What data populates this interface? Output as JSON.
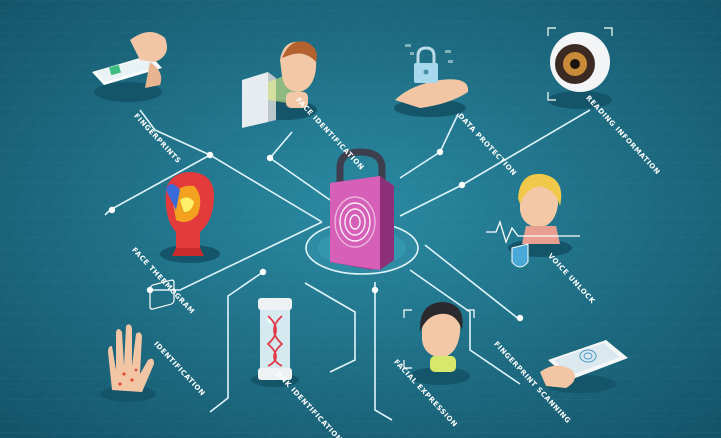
{
  "colors": {
    "background": "#1e6f86",
    "background_dark": "#134c5f",
    "line": "#dff4fb",
    "lock_body": "#d65fb8",
    "lock_shackle": "#3d3f4f"
  },
  "center": {
    "icon": "padlock-fingerprint-icon"
  },
  "nodes": [
    {
      "id": "fingerprints",
      "label": "FINGERPRINTS",
      "icon": "phone-fingerprint-icon"
    },
    {
      "id": "face_identification",
      "label": "FACE IDENTIFICATION",
      "icon": "face-scan-icon"
    },
    {
      "id": "data_protection",
      "label": "DATA PROTECTION",
      "icon": "hand-padlock-icon"
    },
    {
      "id": "reading_information",
      "label": "READING INFORMATION",
      "icon": "eye-scan-icon"
    },
    {
      "id": "face_thermogram",
      "label": "FACE THERMOGRAM",
      "icon": "thermal-head-icon"
    },
    {
      "id": "voice_unlock",
      "label": "VOICE UNLOCK",
      "icon": "voice-shield-icon"
    },
    {
      "id": "identification",
      "label": "IDENTIFICATION",
      "icon": "palm-scan-icon"
    },
    {
      "id": "dna_identification",
      "label": "DNK IDENTIFICATION",
      "icon": "dna-tube-icon"
    },
    {
      "id": "facial_expression",
      "label": "FACIAL EXPRESSION",
      "icon": "face-expression-icon"
    },
    {
      "id": "fingerprint_scanning",
      "label": "FINGERPRINT SCANNING",
      "icon": "phone-scan-icon"
    }
  ]
}
